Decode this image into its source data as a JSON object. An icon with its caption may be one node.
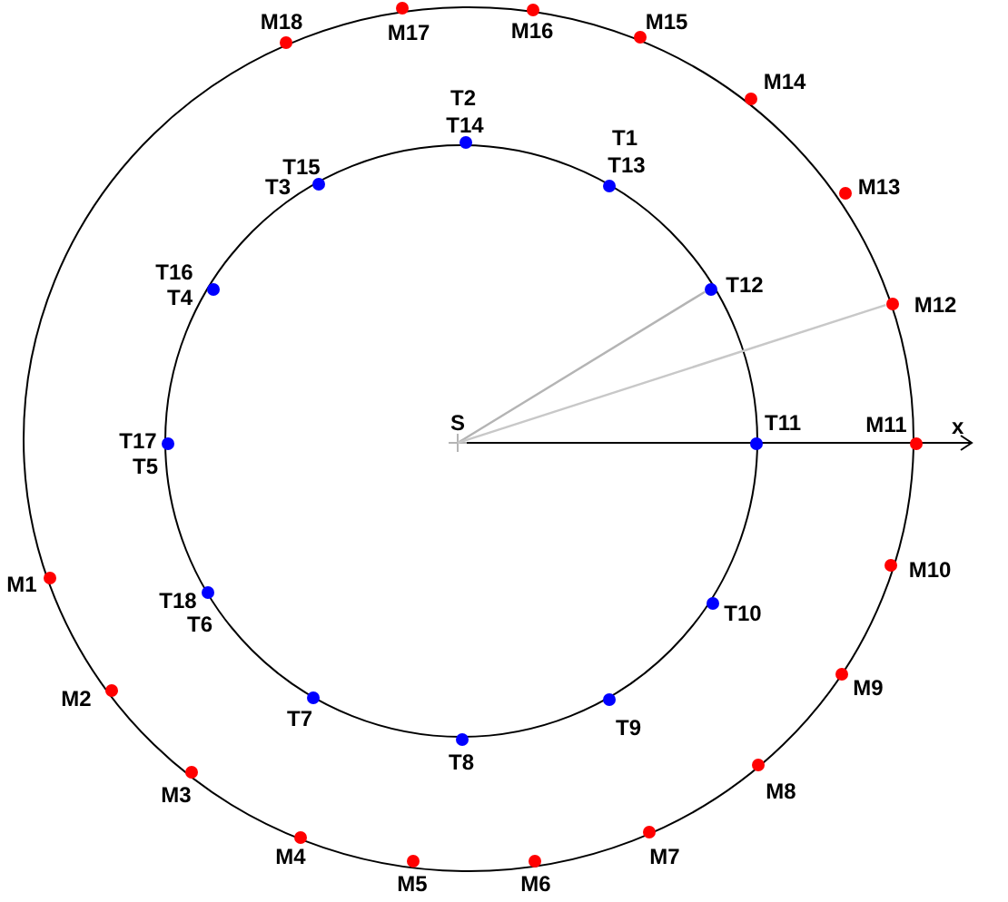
{
  "diagram": {
    "nodes": [
      {
        "text": [
          "S"
        ]
      },
      {
        "text": [
          "M1"
        ]
      },
      {
        "text": [
          "M2"
        ]
      },
      {
        "text": [
          "M3"
        ]
      },
      {
        "text": [
          "M4"
        ]
      },
      {
        "text": [
          "M5"
        ]
      },
      {
        "text": [
          "M6"
        ]
      },
      {
        "text": [
          "M7"
        ]
      },
      {
        "text": [
          "M8"
        ]
      },
      {
        "text": [
          "M9"
        ]
      },
      {
        "text": [
          "M10"
        ]
      },
      {
        "text": [
          "M11"
        ]
      },
      {
        "text": [
          "M12"
        ]
      },
      {
        "text": [
          "M13"
        ]
      },
      {
        "text": [
          "M14"
        ]
      },
      {
        "text": [
          "M15"
        ]
      },
      {
        "text": [
          "M16"
        ]
      },
      {
        "text": [
          "M17"
        ]
      },
      {
        "text": [
          "M18"
        ]
      },
      {
        "text": [
          "T2",
          "T14"
        ]
      },
      {
        "text": [
          "T1",
          "T13"
        ]
      },
      {
        "text": [
          "T12"
        ]
      },
      {
        "text": [
          "T11"
        ]
      },
      {
        "text": [
          "T10"
        ]
      },
      {
        "text": [
          "T9"
        ]
      },
      {
        "text": [
          "T8"
        ]
      },
      {
        "text": [
          "T7"
        ]
      },
      {
        "text": [
          "T18",
          "T6"
        ]
      },
      {
        "text": [
          "T17",
          "T5"
        ]
      },
      {
        "text": [
          "T16",
          "T4"
        ]
      },
      {
        "text": [
          "T15",
          "T3"
        ]
      }
    ],
    "edges": [
      {
        "from": 0,
        "to": 21,
        "arrow": "none",
        "color": "#b4b4b4"
      },
      {
        "from": 0,
        "to": 12,
        "arrow": "none",
        "color": "#c8c8c8"
      }
    ],
    "labels": [
      "x"
    ]
  }
}
